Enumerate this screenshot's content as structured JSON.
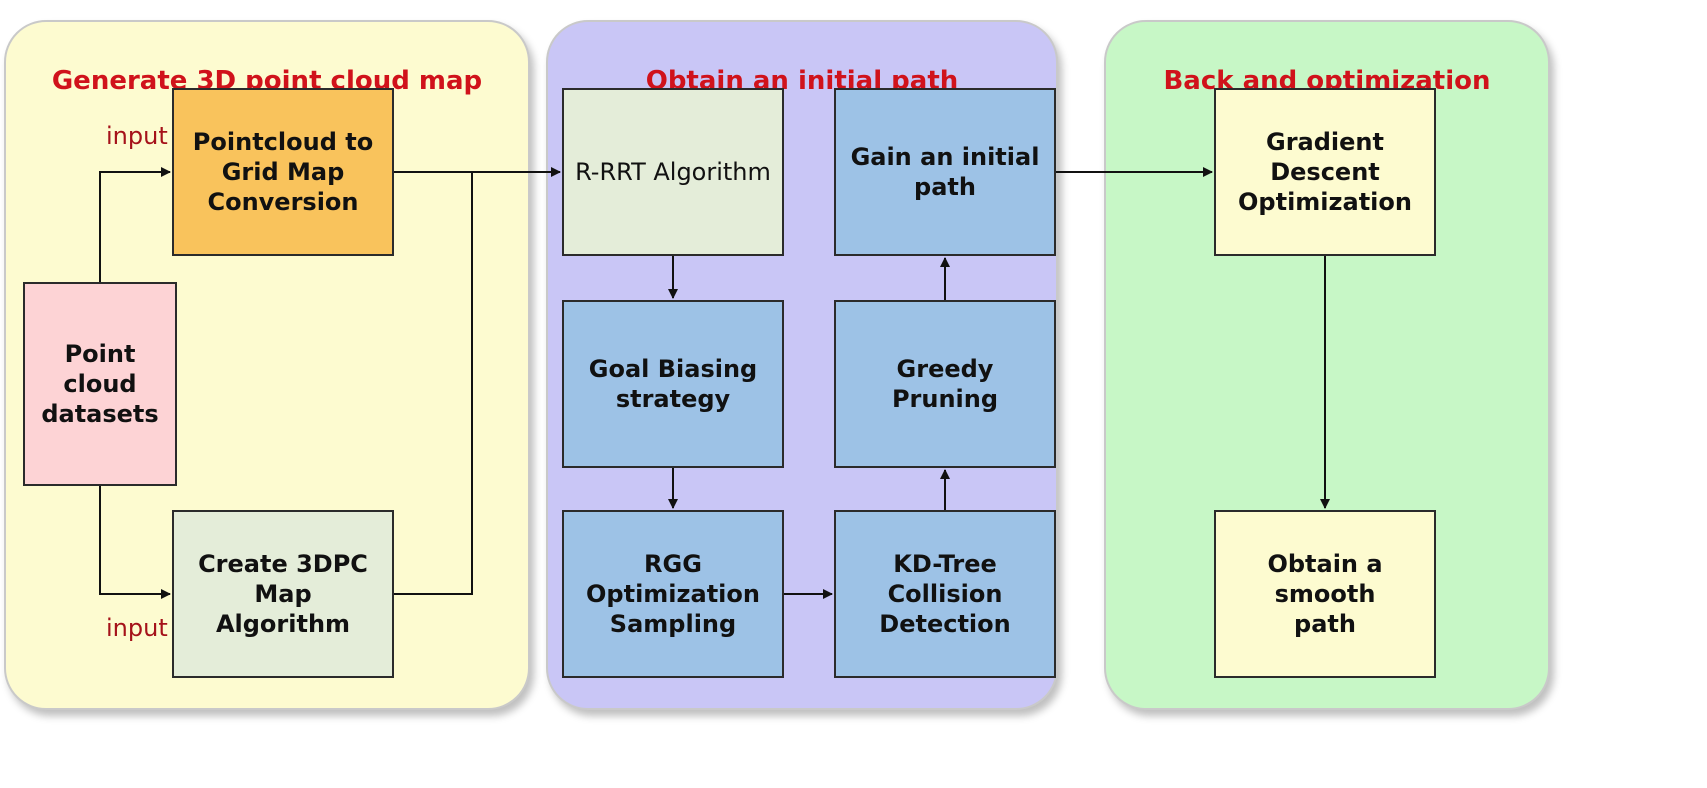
{
  "panels": {
    "generate": {
      "title": "Generate 3D point cloud map",
      "color": "#fdfbd0"
    },
    "obtain": {
      "title": "Obtain an initial path",
      "color": "#c9c6f6"
    },
    "back": {
      "title": "Back and optimization",
      "color": "#c7f7c6"
    }
  },
  "labels": {
    "input_top": "input",
    "input_bottom": "input"
  },
  "boxes": {
    "point_cloud_datasets": "Point cloud\ndatasets",
    "pointcloud_grid": "Pointcloud to\nGrid Map\nConversion",
    "create_3dpc": "Create 3DPC\nMap Algorithm",
    "r_rrt": "R-RRT  Algorithm",
    "goal_biasing": "Goal Biasing\nstrategy",
    "rgg": "RGG\nOptimization\nSampling",
    "kd_tree": "KD-Tree Collision\nDetection",
    "greedy": "Greedy Pruning",
    "gain_initial": "Gain an initial\npath",
    "gradient": "Gradient Descent\nOptimization",
    "smooth": "Obtain a smooth\npath"
  },
  "colors": {
    "point_cloud_box": "#fdd3d5",
    "grid_box": "#f9c35c",
    "light_green_box": "#e4edd9",
    "blue_box": "#9dc2e6",
    "light_yellow_box": "#fdfbd0",
    "title_red": "#d0121b"
  }
}
